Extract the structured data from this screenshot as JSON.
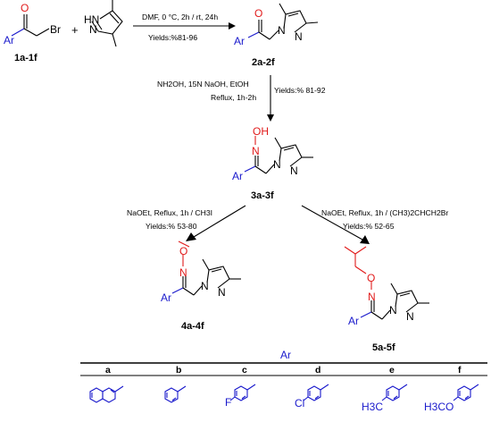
{
  "reaction1": {
    "conditions": "DMF, 0 °C, 2h / rt, 24h",
    "yields": "Yields:%81-96",
    "reactant_label": "1a-1f",
    "product_label": "2a-2f",
    "plus": "+"
  },
  "reaction2": {
    "conditions_line1": "NH2OH, 15N NaOH, EtOH",
    "conditions_line2": "Reflux, 1h-2h",
    "yields": "Yields:% 81-92",
    "product_label": "3a-3f"
  },
  "reaction3a": {
    "conditions": "NaOEt, Reflux, 1h / CH3I",
    "yields": "Yields:% 53-80",
    "product_label": "4a-4f"
  },
  "reaction3b": {
    "conditions": "NaOEt, Reflux, 1h / (CH3)2CHCH2Br",
    "yields": "Yields:% 52-65",
    "product_label": "5a-5f"
  },
  "atoms": {
    "O": "O",
    "Br": "Br",
    "N": "N",
    "H": "H",
    "HN": "HN",
    "OH": "OH",
    "Ar": "Ar"
  },
  "ar_table": {
    "title": "Ar",
    "columns": [
      "a",
      "b",
      "c",
      "d",
      "e",
      "f"
    ],
    "substituents": [
      "",
      "",
      "F",
      "Cl",
      "H3C",
      "H3CO"
    ]
  },
  "colors": {
    "aryl": "#1a1acc",
    "new_group": "#e11b1b",
    "text": "#000000"
  }
}
